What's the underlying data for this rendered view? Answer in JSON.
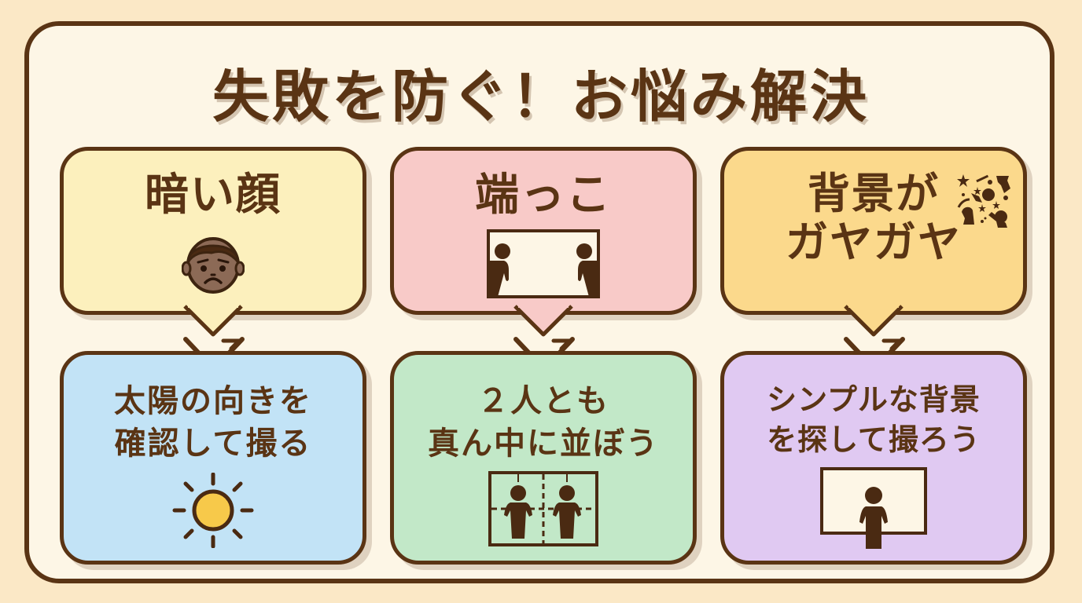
{
  "title": "失敗を防ぐ！お悩み解決",
  "colors": {
    "background": "#fbe8c6",
    "panel": "#fdf6e6",
    "outline": "#5a3414",
    "text": "#5a3414"
  },
  "columns": [
    {
      "problem": {
        "label": "暗い顔",
        "icon": "sad-face-icon",
        "color": "#fcf0bd"
      },
      "solution": {
        "line1": "太陽の向きを",
        "line2": "確認して撮る",
        "icon": "sun-icon",
        "color": "#c2e3f6"
      }
    },
    {
      "problem": {
        "label": "端っこ",
        "icon": "people-at-edges-icon",
        "color": "#f8cac8"
      },
      "solution": {
        "line1": "２人とも",
        "line2": "真ん中に並ぼう",
        "icon": "people-centered-grid-icon",
        "color": "#c2e8c8"
      }
    },
    {
      "problem": {
        "line1": "背景が",
        "line2": "ガヤガヤ",
        "icon": "busy-background-icon",
        "color": "#fbd98c"
      },
      "solution": {
        "line1": "シンプルな背景",
        "line2": "を探して撮ろう",
        "icon": "person-plain-background-icon",
        "color": "#e0c9f2"
      }
    }
  ]
}
